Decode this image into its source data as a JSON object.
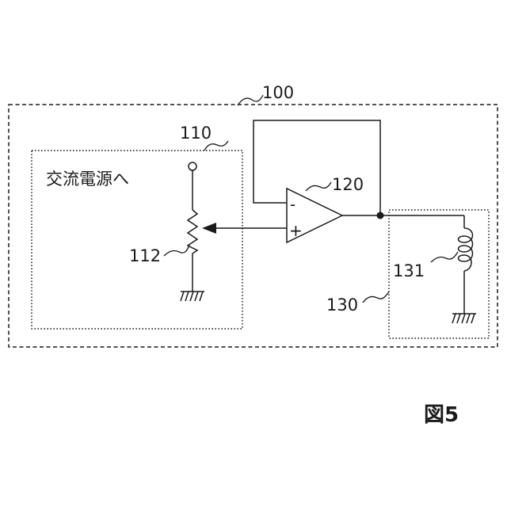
{
  "labels": {
    "device": "100",
    "power_block": "110",
    "opamp": "120",
    "load_block": "130",
    "coil": "131",
    "potentiometer": "112",
    "ac_source": "交流電源へ",
    "minus": "-",
    "plus": "+",
    "figure": "図5"
  }
}
